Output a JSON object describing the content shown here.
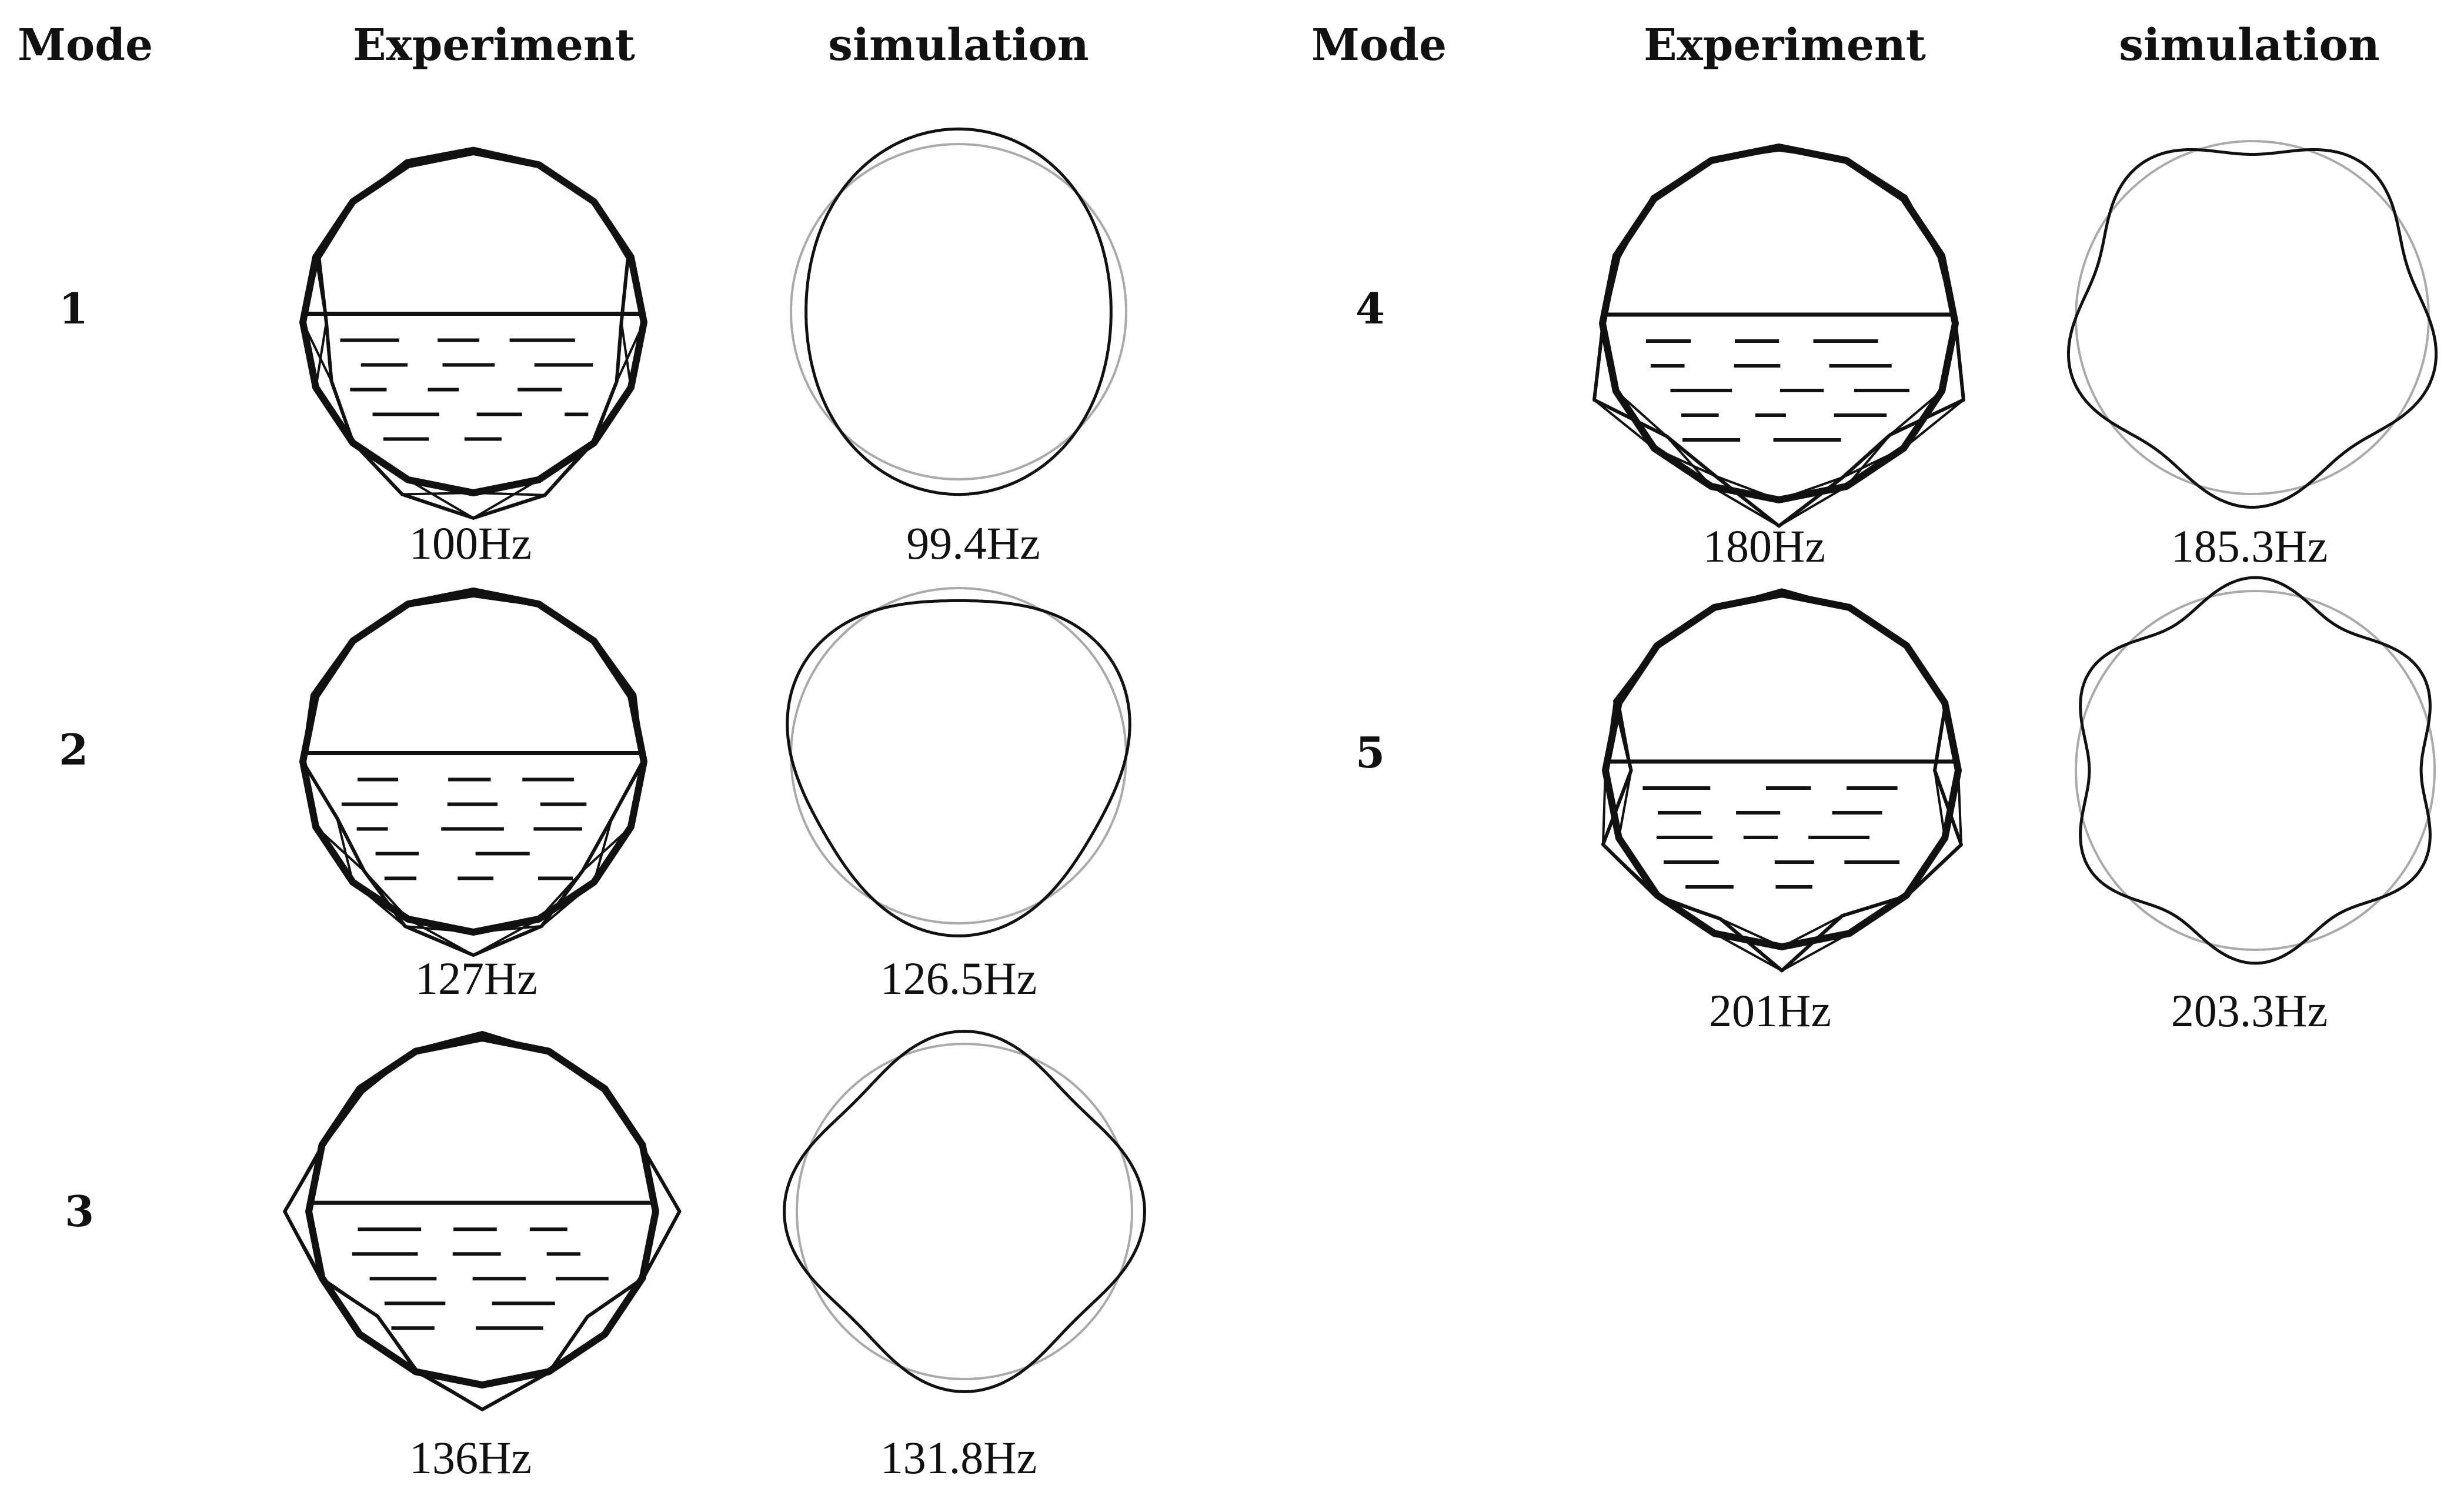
{
  "headers": {
    "mode": "Mode",
    "experiment": "Experiment",
    "simulation": "simulation"
  },
  "modes": [
    {
      "number": "1",
      "experiment_freq": "100Hz",
      "simulation_freq": "99.4Hz",
      "lobes": 2
    },
    {
      "number": "2",
      "experiment_freq": "127Hz",
      "simulation_freq": "126.5Hz",
      "lobes": 3
    },
    {
      "number": "3",
      "experiment_freq": "136Hz",
      "simulation_freq": "131.8Hz",
      "lobes": 4
    },
    {
      "number": "4",
      "experiment_freq": "180Hz",
      "simulation_freq": "185.3Hz",
      "lobes": 5
    },
    {
      "number": "5",
      "experiment_freq": "201Hz",
      "simulation_freq": "203.3Hz",
      "lobes": 6
    }
  ],
  "colors": {
    "ink": "#111111",
    "reference_circle": "#aaaaaa"
  }
}
